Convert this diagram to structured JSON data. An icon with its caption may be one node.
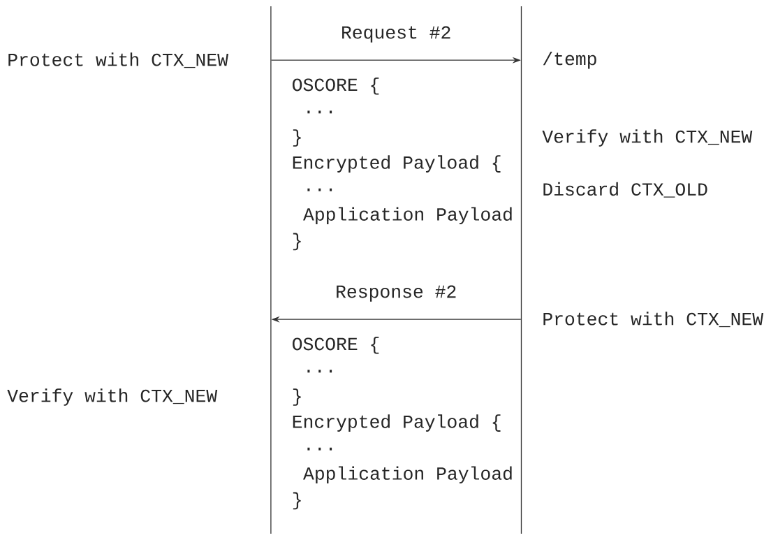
{
  "diagram": {
    "nodes": [
      {
        "text": [],
        "shape": "bar"
      },
      {
        "text": [],
        "shape": "bar"
      }
    ],
    "edges": [
      {
        "from": 0,
        "to": 1,
        "arrow": "to",
        "label": "Request #2"
      },
      {
        "from": 1,
        "to": 0,
        "arrow": "to",
        "label": "Response #2"
      }
    ],
    "labels": [
      "Protect with CTX_NEW",
      "/temp",
      "OSCORE {",
      "...",
      "}",
      "Verify with CTX_NEW",
      "Encrypted Payload {",
      "...",
      "Discard CTX_OLD",
      "Application Payload",
      "}",
      "Protect with CTX_NEW",
      "OSCORE {",
      "...",
      "Verify with CTX_NEW",
      "}",
      "Encrypted Payload {",
      "...",
      "Application Payload",
      "}"
    ]
  }
}
